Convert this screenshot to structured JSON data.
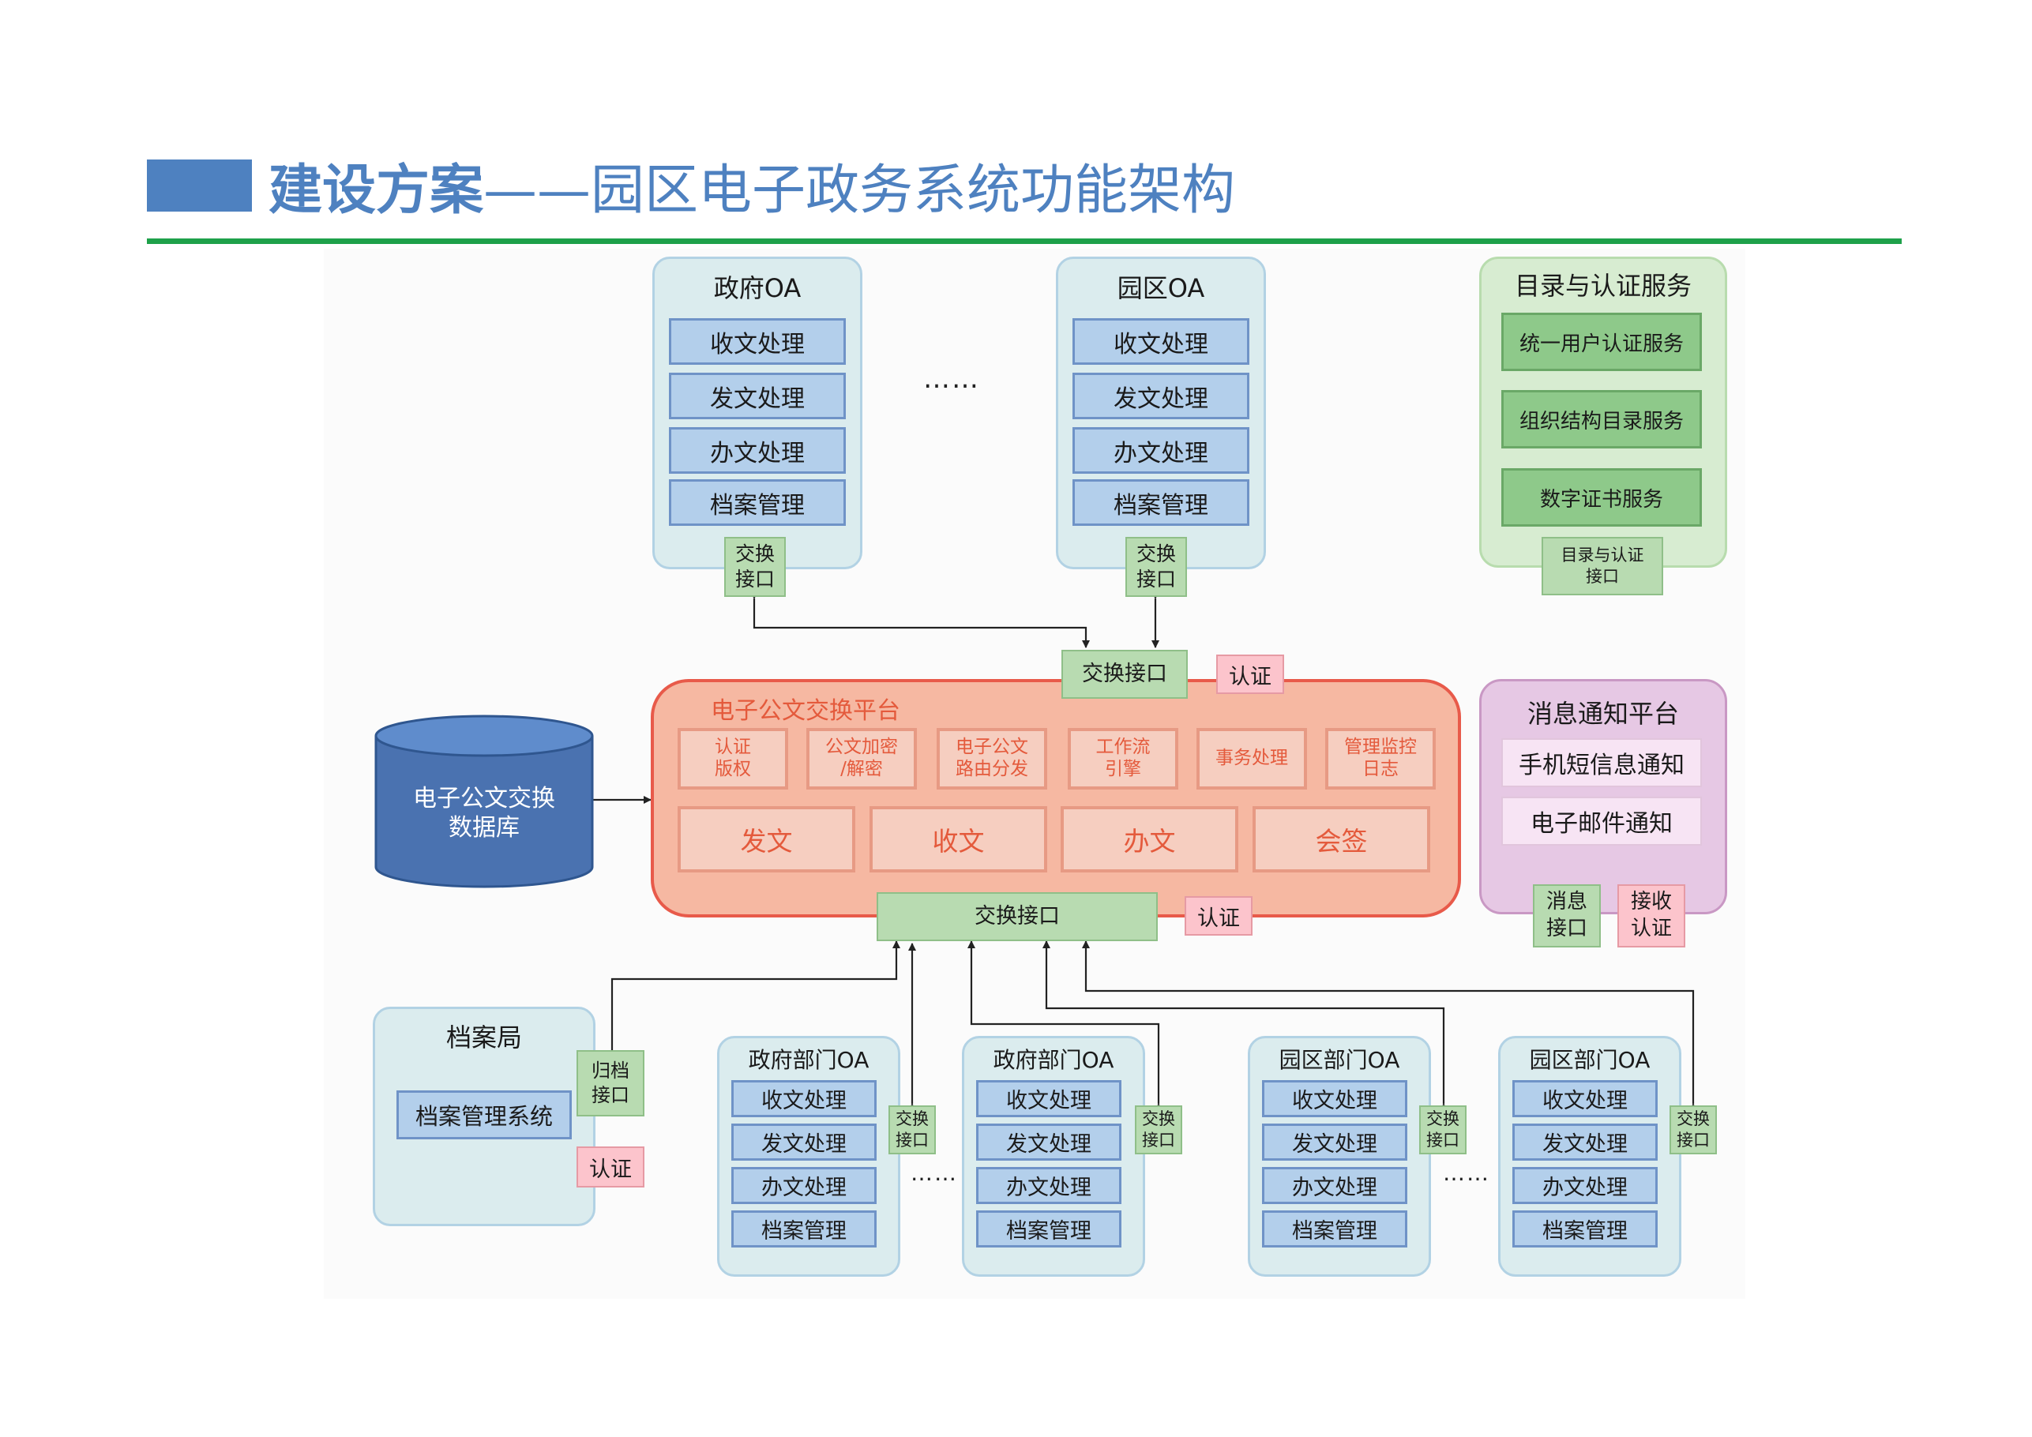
{
  "header": {
    "title_bold": "建设方案",
    "title_rest": "——园区电子政务系统功能架构",
    "accent": "#4e81c0",
    "rule_color": "#1ea14a"
  },
  "gov_oa": {
    "title": "政府OA",
    "items": [
      "收文处理",
      "发文处理",
      "办文处理",
      "档案管理"
    ],
    "iface": [
      "交换",
      "接口"
    ]
  },
  "ellipsis": "……",
  "park_oa": {
    "title": "园区OA",
    "items": [
      "收文处理",
      "发文处理",
      "办文处理",
      "档案管理"
    ],
    "iface": [
      "交换",
      "接口"
    ]
  },
  "directory": {
    "title": "目录与认证服务",
    "items": [
      "统一用户认证服务",
      "组织结构目录服务",
      "数字证书服务"
    ],
    "iface": [
      "目录与认证",
      "接口"
    ]
  },
  "platform": {
    "title": "电子公文交换平台",
    "top_iface": "交换接口",
    "top_auth": "认证",
    "modules": [
      [
        "认证",
        "版权"
      ],
      [
        "公文加密",
        "/解密"
      ],
      [
        "电子公文",
        "路由分发"
      ],
      [
        "工作流",
        "引擎"
      ],
      [
        "事务处理"
      ],
      [
        "管理监控",
        "日志"
      ]
    ],
    "ops": [
      "发文",
      "收文",
      "办文",
      "会签"
    ],
    "bottom_iface": "交换接口",
    "bottom_auth": "认证",
    "border_color": "#e85a4a"
  },
  "database": {
    "line1": "电子公文交换",
    "line2": "数据库"
  },
  "message": {
    "title": "消息通知平台",
    "items": [
      "手机短信息通知",
      "电子邮件通知"
    ],
    "iface": [
      "消息",
      "接口"
    ],
    "auth": [
      "接收",
      "认证"
    ]
  },
  "archives": {
    "title": "档案局",
    "system": "档案管理系统",
    "iface": [
      "归档",
      "接口"
    ],
    "auth": "认证"
  },
  "dept_oas": [
    {
      "title": "政府部门OA",
      "items": [
        "收文处理",
        "发文处理",
        "办文处理",
        "档案管理"
      ],
      "iface": [
        "交换",
        "接口"
      ]
    },
    {
      "title": "政府部门OA",
      "items": [
        "收文处理",
        "发文处理",
        "办文处理",
        "档案管理"
      ],
      "iface": [
        "交换",
        "接口"
      ]
    },
    {
      "title": "园区部门OA",
      "items": [
        "收文处理",
        "发文处理",
        "办文处理",
        "档案管理"
      ],
      "iface": [
        "交换",
        "接口"
      ]
    },
    {
      "title": "园区部门OA",
      "items": [
        "收文处理",
        "发文处理",
        "办文处理",
        "档案管理"
      ],
      "iface": [
        "交换",
        "接口"
      ]
    }
  ]
}
